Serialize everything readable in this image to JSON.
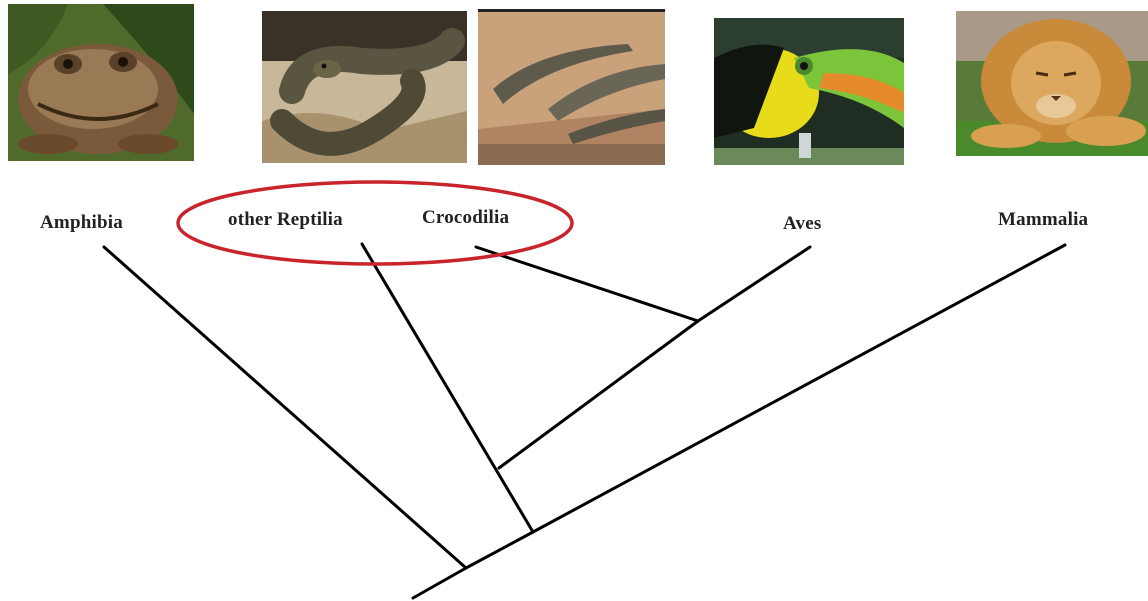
{
  "taxa": {
    "amphibia": "Amphibia",
    "other_reptilia": "other Reptilia",
    "crocodilia": "Crocodilia",
    "aves": "Aves",
    "mammalia": "Mammalia"
  },
  "photos": [
    {
      "animal": "frog",
      "icon": "frog-photo"
    },
    {
      "animal": "snake",
      "icon": "snake-photo"
    },
    {
      "animal": "crocodiles",
      "icon": "crocodile-photo"
    },
    {
      "animal": "toucan",
      "icon": "toucan-photo"
    },
    {
      "animal": "lion",
      "icon": "lion-photo"
    }
  ],
  "tree": {
    "branches": [
      {
        "from": "root",
        "to": "amphibia"
      },
      {
        "from": "amniote",
        "to": "mammalia"
      },
      {
        "from": "sauropsid",
        "to": "other_reptilia"
      },
      {
        "from": "archosaur",
        "to": "aves"
      },
      {
        "from": "archosaur",
        "to": "crocodilia"
      }
    ],
    "highlight": {
      "group": [
        "other_reptilia",
        "crocodilia"
      ],
      "color": "#c8242b"
    },
    "line_color": "#000000"
  }
}
